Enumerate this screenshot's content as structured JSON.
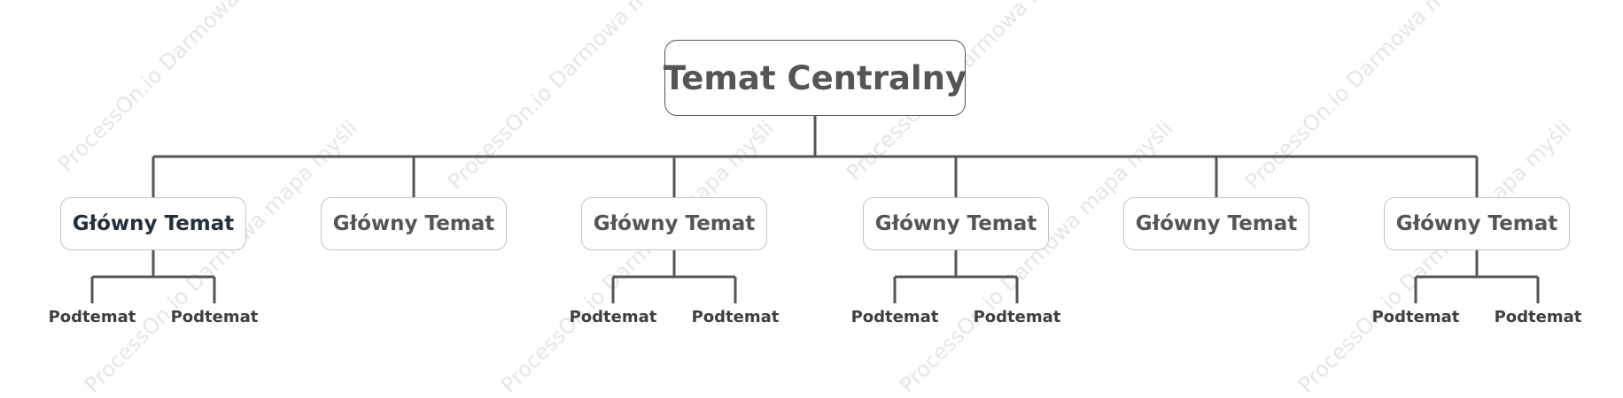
{
  "watermark_text": "ProcessOn.io Darmowa mapa myśli",
  "central": {
    "label": "Temat Centralny"
  },
  "main_topics": [
    {
      "label": "Główny Temat",
      "subtopics": [
        "Podtemat",
        "Podtemat"
      ]
    },
    {
      "label": "Główny Temat",
      "subtopics": []
    },
    {
      "label": "Główny Temat",
      "subtopics": [
        "Podtemat",
        "Podtemat"
      ]
    },
    {
      "label": "Główny Temat",
      "subtopics": [
        "Podtemat",
        "Podtemat"
      ]
    },
    {
      "label": "Główny Temat",
      "subtopics": []
    },
    {
      "label": "Główny Temat",
      "subtopics": [
        "Podtemat",
        "Podtemat"
      ]
    }
  ],
  "colors": {
    "line": "#555555",
    "central_border": "#555555",
    "main_border": "#c4c4c4",
    "text": "#555555",
    "first_topic_text": "#24303a",
    "watermark": "#e6e6e6"
  }
}
